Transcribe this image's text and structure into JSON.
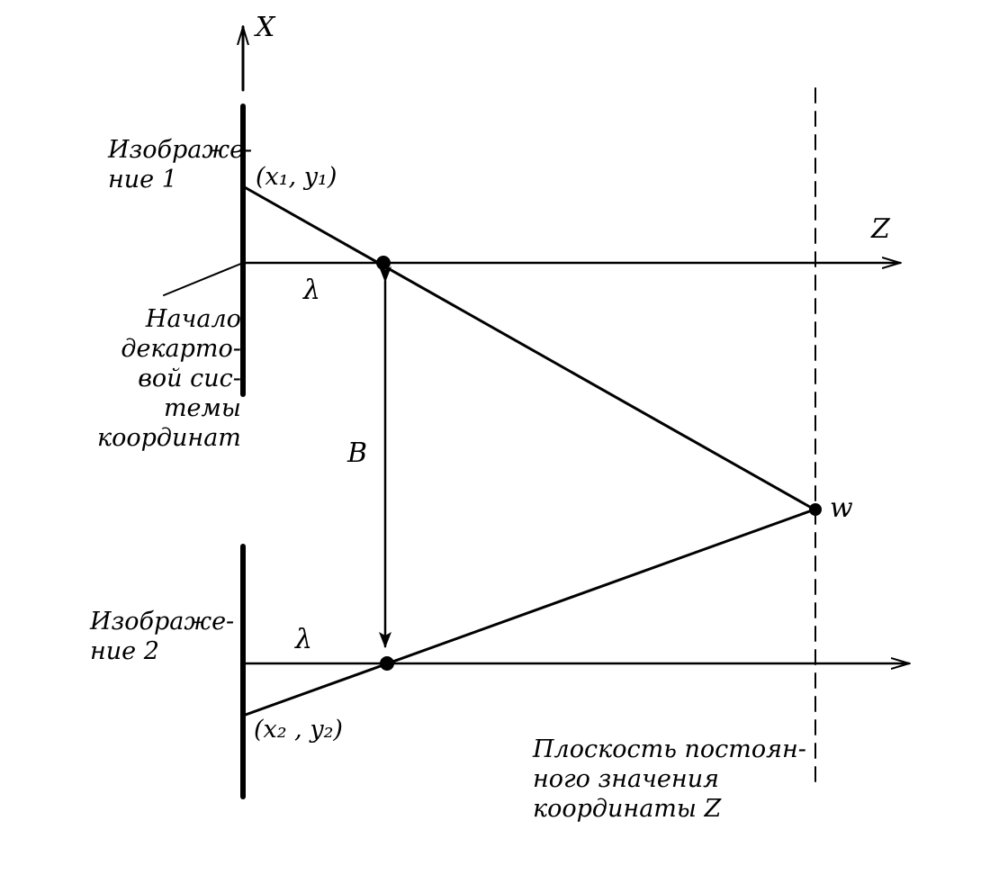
{
  "labels": {
    "x_axis": "X",
    "z_axis": "Z",
    "image1": "Изображе-\nние 1",
    "coord1": "(x₁, y₁)",
    "origin": "Начало\nдекарто-\nвой сис-\nтемы\nкоординат",
    "lambda_top": "λ",
    "baseline": "B",
    "point_w": "w",
    "image2": "Изображе-\nние 2",
    "lambda_bottom": "λ",
    "coord2": "(x₂ , y₂)",
    "plane": "Плоскость постоян-\nного значения\nкоординаты Z"
  }
}
